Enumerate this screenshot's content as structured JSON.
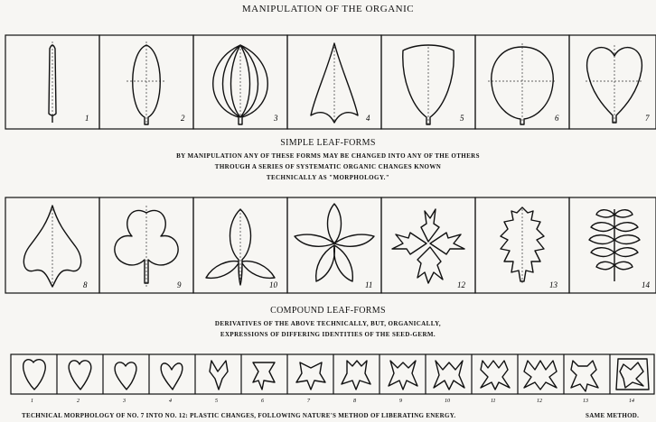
{
  "title": "MANIPULATION OF THE ORGANIC",
  "simple": {
    "heading": "SIMPLE LEAF-FORMS",
    "lines": [
      "BY MANIPULATION ANY OF THESE FORMS MAY BE CHANGED INTO ANY OF THE OTHERS",
      "THROUGH A SERIES OF SYSTEMATIC ORGANIC CHANGES KNOWN",
      "TECHNICALLY AS \"MORPHOLOGY.\""
    ],
    "numbers": [
      "1",
      "2",
      "3",
      "4",
      "5",
      "6",
      "7"
    ]
  },
  "compound": {
    "heading": "COMPOUND LEAF-FORMS",
    "lines": [
      "DERIVATIVES OF THE ABOVE TECHNICALLY, BUT, ORGANICALLY,",
      "EXPRESSIONS OF DIFFERING IDENTITIES OF THE SEED-GERM."
    ],
    "numbers": [
      "8",
      "9",
      "10",
      "11",
      "12",
      "13",
      "14"
    ]
  },
  "morphology": {
    "numbers": [
      "1",
      "2",
      "3",
      "4",
      "5",
      "6",
      "7",
      "8",
      "9",
      "10",
      "11",
      "12",
      "13",
      "14"
    ],
    "caption": "TECHNICAL MORPHOLOGY OF NO. 7 INTO NO. 12: PLASTIC CHANGES, FOLLOWING NATURE'S METHOD OF LIBERATING ENERGY.",
    "caption_right": "SAME METHOD."
  }
}
